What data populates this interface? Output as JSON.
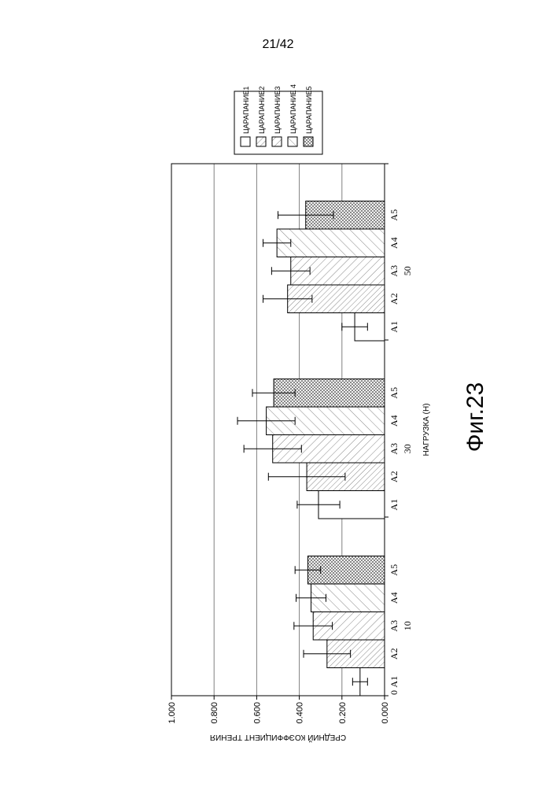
{
  "page_number": "21/42",
  "figure_label": "Фиг.23",
  "colors": {
    "ink": "#000000",
    "grid": "#808080",
    "background": "#ffffff"
  },
  "chart_data": {
    "type": "bar",
    "orientation": "rotated 90° counter-clockwise",
    "ylabel": "СРЕДНИЙ КОЭФФИЦИЕНТ ТРЕНИЯ",
    "xlabel": "НАГРУЗКА (Н)",
    "ylim": [
      0,
      1
    ],
    "y_ticks": [
      "0.000",
      "0.200",
      "0.400",
      "0.600",
      "0.800",
      "1.000"
    ],
    "x_zero_label": "0",
    "grid": "horizontal major gridlines",
    "legend_position": "top-right",
    "groups": [
      "10",
      "30",
      "50"
    ],
    "categories": [
      "A1",
      "A2",
      "A3",
      "A4",
      "A5"
    ],
    "series": [
      {
        "name": "ЦАРАПАНИЕ1",
        "pattern": "blank",
        "values": [
          0.115,
          0.31,
          0.14
        ],
        "errors": [
          0.035,
          0.1,
          0.06
        ]
      },
      {
        "name": "ЦАРАПАНИЕ2",
        "pattern": "hatch-fine",
        "values": [
          0.27,
          0.365,
          0.455
        ],
        "errors": [
          0.11,
          0.18,
          0.115
        ]
      },
      {
        "name": "ЦАРАПАНИЕ3",
        "pattern": "hatch",
        "values": [
          0.335,
          0.525,
          0.44
        ],
        "errors": [
          0.09,
          0.135,
          0.09
        ]
      },
      {
        "name": "ЦАРАПАНИЕ 4",
        "pattern": "hatch-wide",
        "values": [
          0.345,
          0.555,
          0.505
        ],
        "errors": [
          0.07,
          0.135,
          0.065
        ]
      },
      {
        "name": "ЦАРАПАНИЕ5",
        "pattern": "crosshatch",
        "values": [
          0.36,
          0.52,
          0.37
        ],
        "errors": [
          0.06,
          0.1,
          0.13
        ]
      }
    ]
  }
}
